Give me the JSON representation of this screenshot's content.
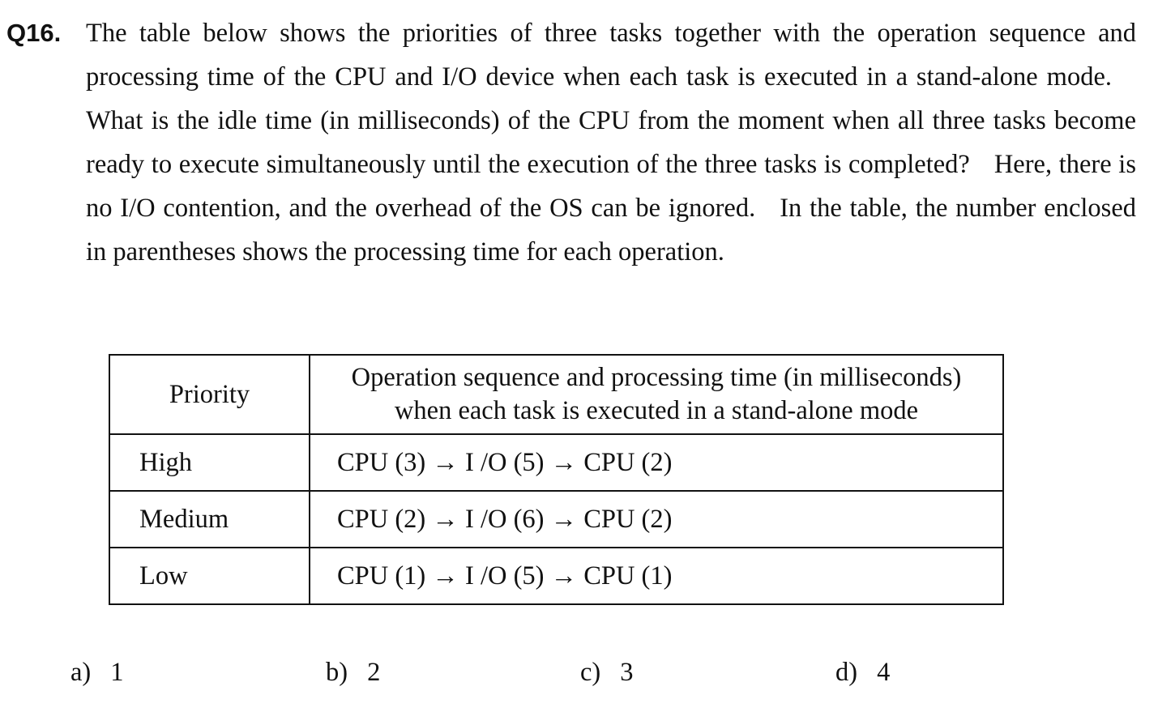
{
  "question": {
    "number": "Q16.",
    "lines": [
      "The table below shows the priorities of three tasks together with the operation sequence and processing time of the CPU and I/O device when each task is executed in a stand-alone mode.",
      "What is the idle time (in milliseconds) of the CPU from the moment when all three tasks become ready to execute simultaneously until the execution of the three tasks is completed?",
      "Here, there is no I/O contention, and the overhead of the OS can be ignored.",
      "In the table, the number enclosed in parentheses shows the processing time for each operation."
    ]
  },
  "table": {
    "header_priority": "Priority",
    "header_sequence_line1": "Operation sequence and processing time (in milliseconds)",
    "header_sequence_line2": "when each task is executed in a stand-alone mode",
    "rows": [
      {
        "priority": "High",
        "sequence": "CPU (3) → I /O (5) → CPU (2)"
      },
      {
        "priority": "Medium",
        "sequence": "CPU (2) → I /O (6) → CPU (2)"
      },
      {
        "priority": "Low",
        "sequence": "CPU (1) → I /O (5) → CPU (1)"
      }
    ]
  },
  "choices": [
    {
      "label": "a)",
      "value": "1"
    },
    {
      "label": "b)",
      "value": "2"
    },
    {
      "label": "c)",
      "value": "3"
    },
    {
      "label": "d)",
      "value": "4"
    }
  ]
}
